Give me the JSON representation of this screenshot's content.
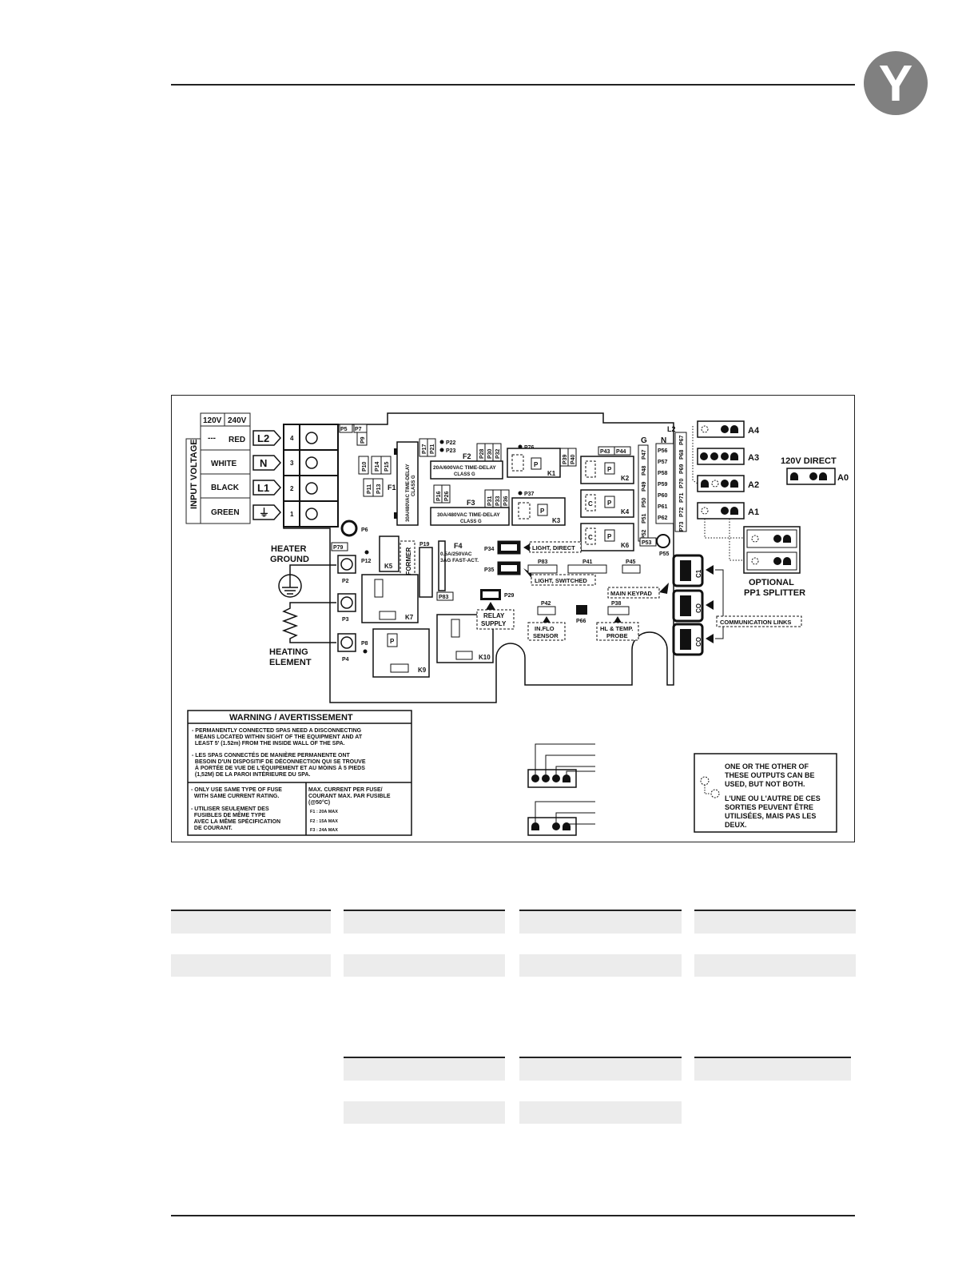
{
  "header": {
    "logo_letter": "Y"
  },
  "input_voltage": {
    "title": "INPUT VOLTAGE",
    "col_120": "120V",
    "col_240": "240V",
    "rows": [
      {
        "v120": "---",
        "v240": "RED",
        "terminal": "L2",
        "pin": "4"
      },
      {
        "v120": "",
        "v240": "WHITE",
        "terminal": "N",
        "pin": "3"
      },
      {
        "v120": "",
        "v240": "BLACK",
        "terminal": "L1",
        "pin": "2"
      },
      {
        "v120": "",
        "v240": "GREEN",
        "terminal": "⏚",
        "pin": "1"
      }
    ]
  },
  "board": {
    "labels": {
      "p5": "P5",
      "p7": "P7",
      "p9": "P9",
      "p10": "P10",
      "p14": "P14",
      "p15": "P15",
      "p11": "P11",
      "p13": "P13",
      "f1": "F1",
      "p17": "P17",
      "p21": "P21",
      "p22": "P22",
      "p23": "P23",
      "f2": "F2",
      "p28": "P28",
      "p30": "P30",
      "p32": "P32",
      "p76": "P76",
      "p39": "P39",
      "p40": "P40",
      "p43": "P43",
      "p44": "P44",
      "g": "G",
      "n": "N",
      "l2": "L2",
      "p47": "P47",
      "p48": "P48",
      "p49": "P49",
      "p50": "P50",
      "p51": "P51",
      "p52": "P52",
      "p53": "P53",
      "p56": "P56",
      "p57": "P57",
      "p58": "P58",
      "p59": "P59",
      "p60": "P60",
      "p61": "P61",
      "p62": "P62",
      "p68": "P68",
      "p69": "P69",
      "p70": "P70",
      "p71": "P71",
      "p72": "P72",
      "p73": "P73",
      "p67": "P67",
      "p16": "P16",
      "p26": "P26",
      "f3": "F3",
      "p31": "P31",
      "p33": "P33",
      "p36": "P36",
      "p37": "P37",
      "p6": "P6",
      "p79": "P79",
      "p12": "P12",
      "p19": "P19",
      "f4": "F4",
      "p34": "P34",
      "p35": "P35",
      "p83a": "P83",
      "p41": "P41",
      "p45": "P45",
      "p83b": "P83",
      "p29": "P29",
      "p42": "P42",
      "p66": "P66",
      "p38": "P38",
      "p55": "P55",
      "p2": "P2",
      "p3": "P3",
      "p4": "P4",
      "p8": "P8",
      "k1": "K1",
      "k2": "K2",
      "k3": "K3",
      "k4": "K4",
      "k5": "K5",
      "k6": "K6",
      "k7": "K7",
      "k9": "K9",
      "k10": "K10",
      "c1": "C1",
      "co1": "CO",
      "co2": "CO",
      "p": "P",
      "c": "C"
    },
    "fuse_f2": [
      "20A/600VAC TIME-DELAY",
      "CLASS G"
    ],
    "fuse_f3": [
      "30A/480VAC TIME-DELAY",
      "CLASS G"
    ],
    "fuse_f1": [
      "30A/480VAC TIME-DELAY",
      "CLASS G"
    ],
    "fuse_f4": [
      "0.5A/250VAC",
      "3AG FAST-ACT."
    ],
    "transformer": "TRANSFORMER",
    "light_direct": "LIGHT, DIRECT",
    "light_switched": "LIGHT, SWITCHED",
    "main_keypad": "MAIN KEYPAD",
    "relay_supply": [
      "RELAY",
      "SUPPLY"
    ],
    "inflo_sensor": [
      "IN.FLO",
      "SENSOR"
    ],
    "hl_temp_probe": [
      "HL & TEMP.",
      "PROBE"
    ],
    "communication_links": "COMMUNICATION LINKS"
  },
  "heater": {
    "ground": [
      "HEATER",
      "GROUND"
    ],
    "element": [
      "HEATING",
      "ELEMENT"
    ]
  },
  "outputs": {
    "a4": "A4",
    "a3": "A3",
    "a2": "A2",
    "a1": "A1",
    "a0": "A0",
    "direct_120v": "120V DIRECT",
    "splitter": [
      "OPTIONAL",
      "PP1 SPLITTER"
    ]
  },
  "warning": {
    "title": "WARNING / AVERTISSEMENT",
    "en": [
      "- PERMANENTLY CONNECTED SPAS NEED A DISCONNECTING",
      "  MEANS LOCATED WITHIN SIGHT OF THE EQUIPMENT AND AT",
      "  LEAST 5' (1.52m) FROM THE INSIDE WALL OF THE SPA."
    ],
    "fr": [
      "- LES SPAS CONNECTÉS DE MANIÈRE PERMANENTE ONT",
      "  BESOIN D'UN DISPOSITIF DE DÉCONNECTION QUI SE TROUVE",
      "  À PORTÉE DE VUE DE L'ÉQUIPEMENT ET AU MOINS À 5 PIEDS",
      "  (1,52M) DE LA PAROI INTÉRIEURE DU SPA."
    ],
    "fuse_en": [
      "- ONLY USE SAME TYPE OF FUSE",
      "  WITH SAME CURRENT RATING."
    ],
    "fuse_fr": [
      "- UTILISER SEULEMENT DES",
      "  FUSIBLES DE MÊME TYPE",
      "  AVEC LA MÊME SPÉCIFICATION",
      "  DE COURANT."
    ],
    "max_current": [
      "MAX. CURRENT PER FUSE/",
      "COURANT MAX. PAR FUSIBLE",
      "(@50°C)"
    ],
    "ratings": [
      "F1 : 20A MAX",
      "F2 : 15A MAX",
      "F3 : 24A MAX"
    ]
  },
  "legend_note": {
    "en": [
      "ONE OR THE OTHER OF",
      "THESE OUTPUTS CAN BE",
      "USED, BUT NOT BOTH."
    ],
    "fr": [
      "L'UNE OU L'AUTRE DE CES",
      "SORTIES PEUVENT ÊTRE",
      "UTILISÉES, MAIS PAS LES",
      "DEUX."
    ]
  }
}
